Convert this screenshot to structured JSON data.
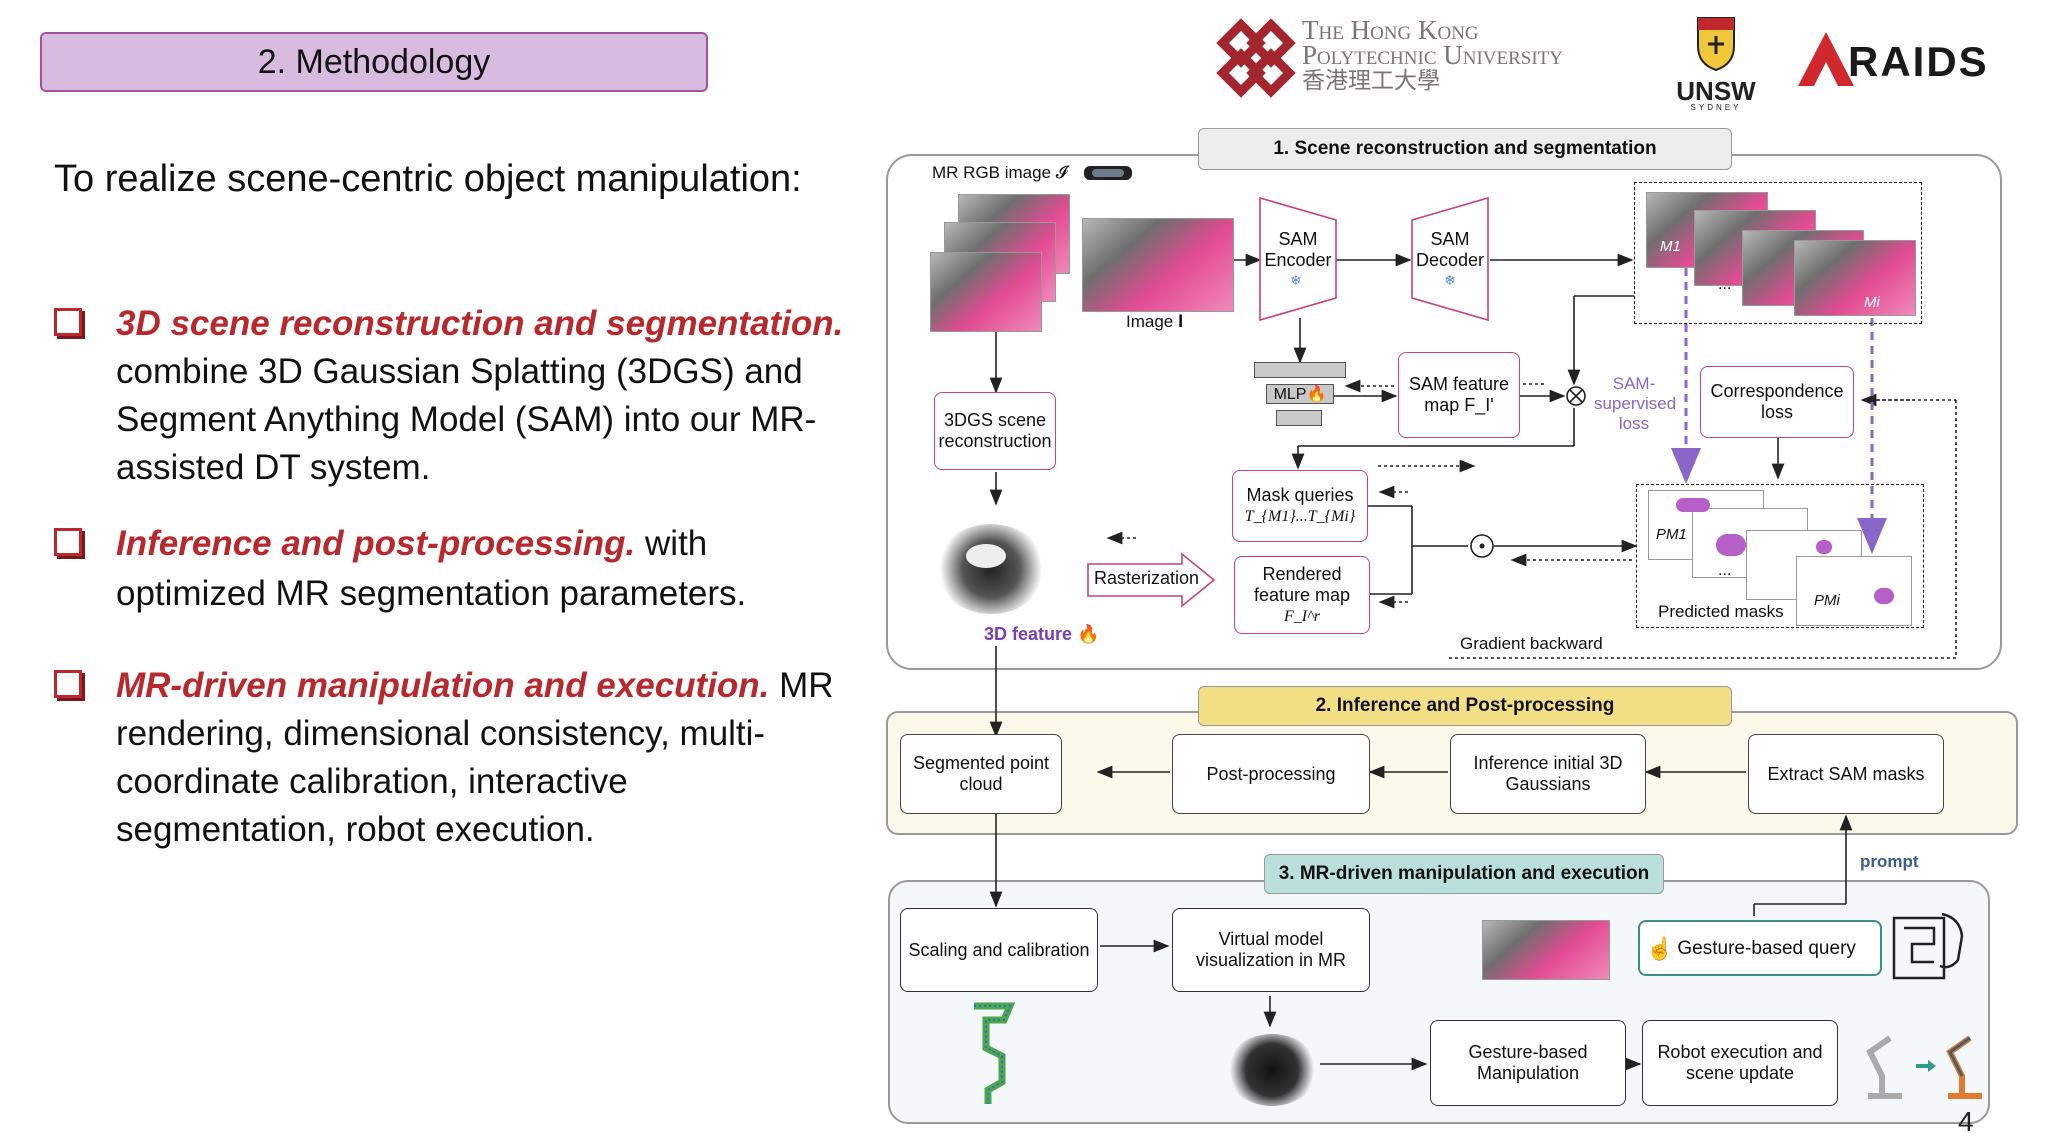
{
  "slide": {
    "title": "2. Methodology",
    "intro": "To realize scene-centric object manipulation:",
    "page_number": "4",
    "bullets": [
      {
        "emphasis": "3D scene reconstruction and segmentation.",
        "lines": [
          "combine 3D Gaussian Splatting (3DGS) and",
          "Segment Anything Model (SAM) into our MR-",
          "assisted DT system."
        ]
      },
      {
        "emphasis": "Inference and post-processing.",
        "tail": "with",
        "lines": [
          "optimized MR segmentation parameters."
        ]
      },
      {
        "emphasis": "MR-driven manipulation and execution.",
        "tail": "MR",
        "lines": [
          "rendering, dimensional consistency, multi-",
          "coordinate calibration, interactive",
          "segmentation, robot execution."
        ]
      }
    ]
  },
  "logos": {
    "polyu": {
      "line1": "The Hong Kong",
      "line2": "Polytechnic University",
      "chinese": "香港理工大學"
    },
    "unsw": {
      "name": "UNSW",
      "sub": "SYDNEY"
    },
    "raids": {
      "name": "RAIDS"
    }
  },
  "diagram": {
    "section1": {
      "tag": "1. Scene reconstruction and segmentation",
      "mr_rgb_label": "MR RGB image 𝓘",
      "image_label": "Image 𝐈",
      "sam_encoder": "SAM Encoder",
      "sam_decoder": "SAM Decoder",
      "mlp": "MLP🔥",
      "sam_feature_map": "SAM feature map F_I'",
      "sam_supervised_loss": "SAM- supervised loss",
      "correspondence_loss": "Correspondence loss",
      "reconstruction": "3DGS scene reconstruction",
      "mask_queries": "Mask queries",
      "mask_queries_math": "T_{M1}...T_{Mi}",
      "rasterization": "Rasterization",
      "rendered_feature_map": "Rendered feature map",
      "rendered_math": "F_I^r",
      "feature_3d": "3D feature 🔥",
      "predicted_masks": "Predicted masks",
      "gradient_backward": "Gradient backward",
      "m1": "M1",
      "mi": "Mi",
      "pm1": "PM1",
      "pmi": "PMi",
      "ellipsis": "..."
    },
    "section2": {
      "tag": "2. Inference and Post-processing",
      "segmented": "Segmented point cloud",
      "post": "Post-processing",
      "inference": "Inference initial 3D Gaussians",
      "extract": "Extract SAM masks"
    },
    "section3": {
      "tag": "3. MR-driven manipulation and execution",
      "prompt": "prompt",
      "scaling": "Scaling and calibration",
      "virtual": "Virtual model visualization in MR",
      "gesture_query": "Gesture-based query",
      "gesture_manip": "Gesture-based Manipulation",
      "robot": "Robot execution and scene update"
    },
    "colors": {
      "pink_border": "#c7417a",
      "purple_accent": "#8a66c9",
      "red_emphasis": "#b8282d",
      "tag1_bg": "#ededed",
      "tag2_bg": "#f2df85",
      "tag3_bg": "#b9dfdc",
      "panel2_bg": "#fcf9eb",
      "panel3_bg": "#f5f8fb"
    }
  }
}
